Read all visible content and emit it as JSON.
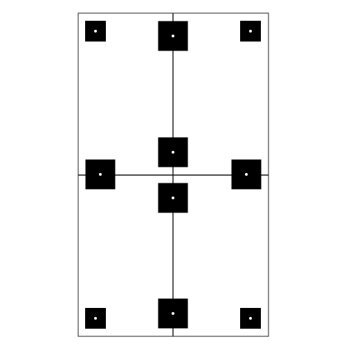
{
  "colors": {
    "background": "#ffffff",
    "outline": "#444444",
    "axis_line": "#111111",
    "node_fill": "#000000",
    "node_center_dot": "#ffffff"
  },
  "diagram": {
    "kind": "two-column split rectangle with crosshair axes and square nodes",
    "nodes": [
      {
        "name": "node-top-left",
        "size": "small"
      },
      {
        "name": "node-top-center",
        "size": "large"
      },
      {
        "name": "node-top-right",
        "size": "small"
      },
      {
        "name": "node-upper-center",
        "size": "large"
      },
      {
        "name": "node-mid-left",
        "size": "large"
      },
      {
        "name": "node-mid-right",
        "size": "large"
      },
      {
        "name": "node-lower-center",
        "size": "large"
      },
      {
        "name": "node-bottom-left",
        "size": "small"
      },
      {
        "name": "node-bottom-center",
        "size": "large"
      },
      {
        "name": "node-bottom-right",
        "size": "small"
      }
    ]
  }
}
